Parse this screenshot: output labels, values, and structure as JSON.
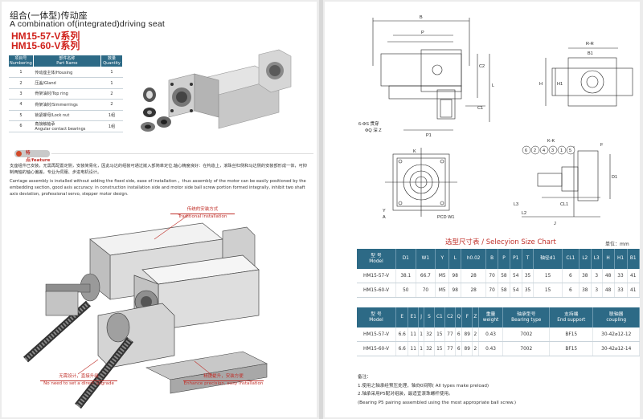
{
  "left": {
    "title_cn": "组合(一体型)传动座",
    "title_en": "A combination of(integrated)driving seat",
    "series1": "HM15-57-V系列",
    "series2": "HM15-60-V系列",
    "parts_headers": {
      "no_cn": "项目号",
      "no_en": "Numbering",
      "name_cn": "部件名称",
      "name_en": "Part Name",
      "qty_cn": "数量",
      "qty_en": "Quantity"
    },
    "parts": [
      {
        "no": "1",
        "name": "传动座主体/Housing",
        "qty": "1"
      },
      {
        "no": "2",
        "name": "压盖/Gland",
        "qty": "1"
      },
      {
        "no": "3",
        "name": "骨架油封/Top ring",
        "qty": "2"
      },
      {
        "no": "4",
        "name": "骨架油封/Simmerrings",
        "qty": "2"
      },
      {
        "no": "5",
        "name": "锁紧螺母/Lock nut",
        "qty": "1组"
      },
      {
        "no": "6",
        "name": "角接触轴承",
        "name2": "Angular contact bearings",
        "qty": "1组"
      }
    ],
    "feature_label": "特点/feature",
    "desc_cn": "支座组件已安装，无需再配置定侧，安装简易化，因此马达的组装可通过嵌入部简单定位,轴心精度良好：在构造上，滚珠丝杠侧和马达侧的安装部形成一体，可抑制两轴的轴心偏差，专业为伺服、步进电机设计。",
    "desc_en": "Carriage assembly is installed without adding the fixed side, ease of installation ，thus assembly of the motor can be easily positioned by the embedding section, good axis accuracy: in construction installation side and motor side ball screw portion formed integrally, inhibit two shaft axis deviation, professional servo, stepper motor design.",
    "cap_traditional_cn": "传统的安装方式",
    "cap_traditional_en": "Traditional installation",
    "cap_nodirect_cn": "无需设计，直接升级",
    "cap_nodirect_en": "No need to set a direct upgrade",
    "cap_enhance_cn": "精度提升，安装方便",
    "cap_enhance_en": "Enhance precision, easy installation"
  },
  "right": {
    "labels": {
      "B": "B",
      "P": "P",
      "C2": "C2",
      "L": "L",
      "C1": "C1",
      "P1": "P1",
      "RR": "R-R",
      "B1": "B1",
      "H": "H",
      "H1": "H1",
      "hole1": "6-ΦS 贯穿",
      "hole2": "ΦQ 深 Z",
      "KK": "K-K",
      "F": "F",
      "D1": "D1",
      "CL1": "CL1",
      "L3": "L3",
      "L2": "L2",
      "J": "J",
      "K": "K",
      "Y": "Y",
      "A": "A",
      "PCD": "PCD W1",
      "balloons": [
        "6",
        "2",
        "4",
        "3",
        "1",
        "5"
      ]
    },
    "chart_title": "选型尺寸表 / Selecyion Size Chart",
    "unit": "单位：mm",
    "table1": {
      "headers": [
        {
          "a": "型 号",
          "b": "Model"
        },
        {
          "a": "D1"
        },
        {
          "a": "W1"
        },
        {
          "a": "Y"
        },
        {
          "a": "L"
        },
        {
          "a": "h0.02"
        },
        {
          "a": "B"
        },
        {
          "a": "P"
        },
        {
          "a": "P1"
        },
        {
          "a": "T"
        },
        {
          "a": "轴径d1"
        },
        {
          "a": "CL1"
        },
        {
          "a": "L2"
        },
        {
          "a": "L3"
        },
        {
          "a": "H"
        },
        {
          "a": "H1"
        },
        {
          "a": "B1"
        }
      ],
      "rows": [
        [
          "HM15-57-V",
          "38.1",
          "66.7",
          "M5",
          "98",
          "28",
          "70",
          "58",
          "54",
          "35",
          "15",
          "6",
          "38",
          "3",
          "48",
          "33",
          "41"
        ],
        [
          "HM15-60-V",
          "50",
          "70",
          "M5",
          "98",
          "28",
          "70",
          "58",
          "54",
          "35",
          "15",
          "6",
          "38",
          "3",
          "48",
          "33",
          "41"
        ]
      ]
    },
    "table2": {
      "headers": [
        {
          "a": "型 号",
          "b": "Model"
        },
        {
          "a": "E"
        },
        {
          "a": "E1"
        },
        {
          "a": "J"
        },
        {
          "a": "S"
        },
        {
          "a": "C1"
        },
        {
          "a": "C2"
        },
        {
          "a": "Q"
        },
        {
          "a": "F"
        },
        {
          "a": "Z"
        },
        {
          "a": "重量",
          "b": "weight"
        },
        {
          "a": "轴承型号",
          "b": "Bearing type"
        },
        {
          "a": "支持端",
          "b": "End support"
        },
        {
          "a": "联轴器",
          "b": "coupling"
        }
      ],
      "rows": [
        [
          "HM15-57-V",
          "6.6",
          "11",
          "1",
          "32",
          "15",
          "77",
          "6",
          "89",
          "2",
          "0.43",
          "7002",
          "BF15",
          "30-42⌀12-12"
        ],
        [
          "HM15-60-V",
          "6.6",
          "11",
          "1",
          "32",
          "15",
          "77",
          "6",
          "89",
          "2",
          "0.43",
          "7002",
          "BF15",
          "30-42⌀12-14"
        ]
      ]
    },
    "notes": [
      "备注：",
      "1.使用之轴承经预压处理，轴向0间隙( All types make preload)",
      "2.轴承采用P5配对组装，最适宜滚珠螺杆使用。",
      "(Bearing P5 pairing assembled using the most appropriate ball screw.)"
    ]
  }
}
